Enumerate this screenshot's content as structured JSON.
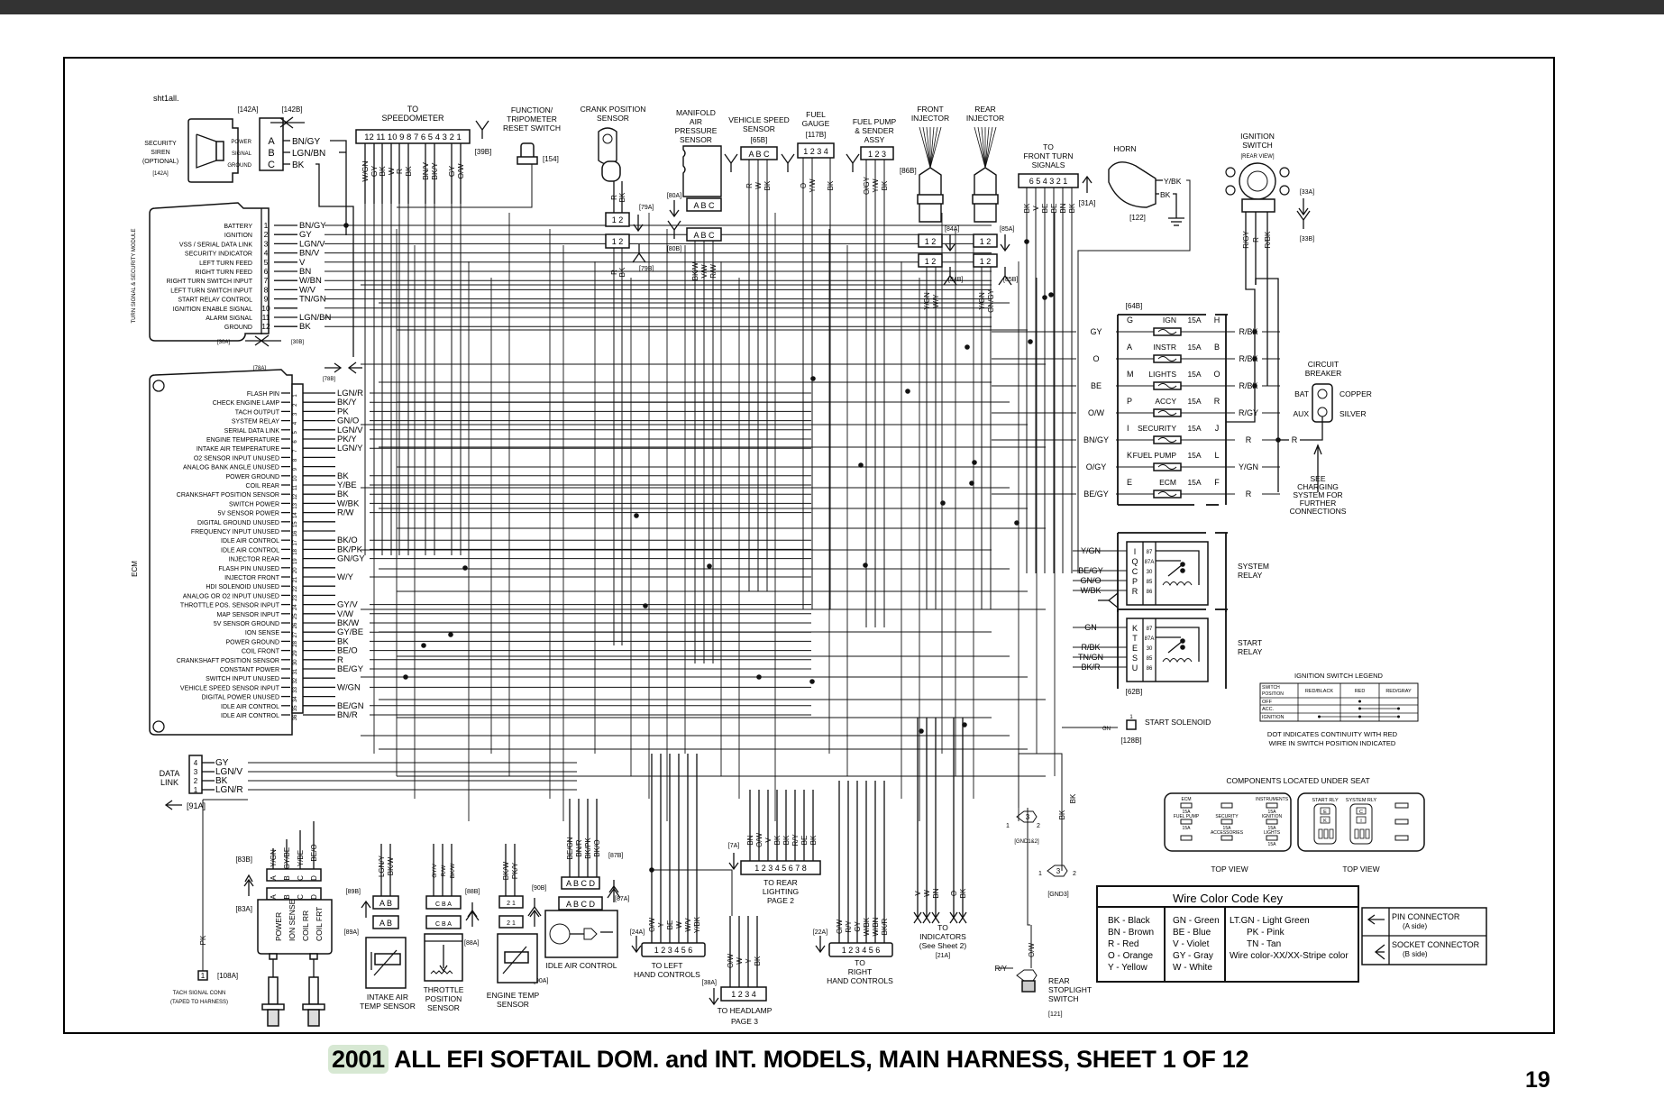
{
  "document": {
    "sheet_id": "sht1all.",
    "caption_year": "2001",
    "caption_rest": "ALL EFI SOFTAIL DOM. and INT. MODELS, MAIN HARNESS, SHEET 1 OF 12",
    "page_number": "19"
  },
  "security_siren": {
    "title": [
      "SECURITY",
      "SIREN",
      "(OPTIONAL)"
    ],
    "ref": "[142A]",
    "connector_a": "[142A]",
    "connector_b": "[142B]",
    "pins": [
      {
        "pin": "A",
        "func": "POWER",
        "wire": "BN/GY"
      },
      {
        "pin": "B",
        "func": "SIGNAL",
        "wire": "LGN/BN"
      },
      {
        "pin": "C",
        "func": "GROUND",
        "wire": "BK"
      }
    ]
  },
  "turn_signal_module": {
    "title": "TURN SIGNAL & SECURITY MODULE",
    "connector_a": "[30A]",
    "connector_b": "[30B]",
    "pins": [
      {
        "pin": "1",
        "func": "BATTERY",
        "wire": "BN/GY"
      },
      {
        "pin": "2",
        "func": "IGNITION",
        "wire": "GY"
      },
      {
        "pin": "3",
        "func": "VSS / SERIAL DATA LINK",
        "wire": "LGN/V"
      },
      {
        "pin": "4",
        "func": "SECURITY INDICATOR",
        "wire": "BN/V"
      },
      {
        "pin": "5",
        "func": "LEFT TURN FEED",
        "wire": "V"
      },
      {
        "pin": "6",
        "func": "RIGHT TURN FEED",
        "wire": "BN"
      },
      {
        "pin": "7",
        "func": "RIGHT TURN SWITCH INPUT",
        "wire": "W/BN"
      },
      {
        "pin": "8",
        "func": "LEFT TURN SWITCH INPUT",
        "wire": "W/V"
      },
      {
        "pin": "9",
        "func": "START RELAY CONTROL",
        "wire": "TN/GN"
      },
      {
        "pin": "10",
        "func": "IGNITION ENABLE SIGNAL",
        "wire": ""
      },
      {
        "pin": "11",
        "func": "ALARM SIGNAL",
        "wire": "LGN/BN"
      },
      {
        "pin": "12",
        "func": "GROUND",
        "wire": "BK"
      }
    ]
  },
  "ecm": {
    "title": "ECM",
    "connector_a": "[78A]",
    "connector_b": "[78B]",
    "pins": [
      {
        "pin": "1",
        "func": "FLASH PIN",
        "wire": "LGN/R"
      },
      {
        "pin": "2",
        "func": "CHECK ENGINE LAMP",
        "wire": "BK/Y"
      },
      {
        "pin": "3",
        "func": "TACH OUTPUT",
        "wire": "PK"
      },
      {
        "pin": "4",
        "func": "SYSTEM RELAY",
        "wire": "GN/O"
      },
      {
        "pin": "5",
        "func": "SERIAL DATA LINK",
        "wire": "LGN/V"
      },
      {
        "pin": "6",
        "func": "ENGINE TEMPERATURE",
        "wire": "PK/Y"
      },
      {
        "pin": "7",
        "func": "INTAKE AIR TEMPERATURE",
        "wire": "LGN/Y"
      },
      {
        "pin": "8",
        "func": "O2 SENSOR INPUT UNUSED",
        "wire": ""
      },
      {
        "pin": "9",
        "func": "ANALOG BANK ANGLE UNUSED",
        "wire": ""
      },
      {
        "pin": "10",
        "func": "POWER GROUND",
        "wire": "BK"
      },
      {
        "pin": "11",
        "func": "COIL REAR",
        "wire": "Y/BE"
      },
      {
        "pin": "12",
        "func": "CRANKSHAFT POSITION SENSOR",
        "wire": "BK"
      },
      {
        "pin": "13",
        "func": "SWITCH POWER",
        "wire": "W/BK"
      },
      {
        "pin": "14",
        "func": "5V SENSOR POWER",
        "wire": "R/W"
      },
      {
        "pin": "15",
        "func": "DIGITAL GROUND UNUSED",
        "wire": ""
      },
      {
        "pin": "16",
        "func": "FREQUENCY INPUT UNUSED",
        "wire": ""
      },
      {
        "pin": "17",
        "func": "IDLE AIR CONTROL",
        "wire": "BK/O"
      },
      {
        "pin": "18",
        "func": "IDLE AIR CONTROL",
        "wire": "BK/PK"
      },
      {
        "pin": "19",
        "func": "INJECTOR REAR",
        "wire": "GN/GY"
      },
      {
        "pin": "20",
        "func": "FLASH PIN UNUSED",
        "wire": ""
      },
      {
        "pin": "21",
        "func": "INJECTOR FRONT",
        "wire": "W/Y"
      },
      {
        "pin": "22",
        "func": "HDI SOLENOID UNUSED",
        "wire": ""
      },
      {
        "pin": "23",
        "func": "ANALOG OR O2 INPUT UNUSED",
        "wire": ""
      },
      {
        "pin": "24",
        "func": "THROTTLE POS. SENSOR INPUT",
        "wire": "GY/V"
      },
      {
        "pin": "25",
        "func": "MAP SENSOR INPUT",
        "wire": "V/W"
      },
      {
        "pin": "26",
        "func": "5V SENSOR GROUND",
        "wire": "BK/W"
      },
      {
        "pin": "27",
        "func": "ION SENSE",
        "wire": "GY/BE"
      },
      {
        "pin": "28",
        "func": "POWER GROUND",
        "wire": "BK"
      },
      {
        "pin": "29",
        "func": "COIL FRONT",
        "wire": "BE/O"
      },
      {
        "pin": "30",
        "func": "CRANKSHAFT POSITION SENSOR",
        "wire": "R"
      },
      {
        "pin": "31",
        "func": "CONSTANT POWER",
        "wire": "BE/GY"
      },
      {
        "pin": "32",
        "func": "SWITCH INPUT UNUSED",
        "wire": ""
      },
      {
        "pin": "33",
        "func": "VEHICLE SPEED SENSOR INPUT",
        "wire": "W/GN"
      },
      {
        "pin": "34",
        "func": "DIGITAL POWER UNUSED",
        "wire": ""
      },
      {
        "pin": "35",
        "func": "IDLE AIR CONTROL",
        "wire": "BE/GN"
      },
      {
        "pin": "36",
        "func": "IDLE AIR CONTROL",
        "wire": "BN/R"
      }
    ]
  },
  "data_link": {
    "title": [
      "DATA",
      "LINK"
    ],
    "connector": "[91A]",
    "pins": [
      {
        "pin": "4",
        "wire": "GY"
      },
      {
        "pin": "3",
        "wire": "LGN/V"
      },
      {
        "pin": "2",
        "wire": "BK"
      },
      {
        "pin": "1",
        "wire": "LGN/R"
      }
    ]
  },
  "speedometer": {
    "title": [
      "TO",
      "SPEEDOMETER"
    ],
    "connector": "[39B]",
    "pins_label": "12 11 10 9 8 7 6 5 4 3 2 1",
    "wires": [
      "W/GN",
      "GY",
      "BK",
      "W",
      "R",
      "BK",
      "BN/V",
      "BK/Y",
      "GY",
      "O/W"
    ]
  },
  "components_top": [
    {
      "id": "tripometer",
      "title": [
        "FUNCTION/",
        "TRIPOMETER",
        "RESET SWITCH"
      ],
      "ref": "[154]"
    },
    {
      "id": "crank-sensor",
      "title": [
        "CRANK POSITION",
        "SENSOR"
      ],
      "conn_a": "[79A]",
      "conn_b": "[79B]",
      "pins": "1 2",
      "wires": [
        "R",
        "BK"
      ]
    },
    {
      "id": "map-sensor",
      "title": [
        "MANIFOLD",
        "AIR",
        "PRESSURE",
        "SENSOR"
      ],
      "conn_a": "[80A]",
      "conn_b": "[80B]",
      "pins": "A B C",
      "wires": [
        "BK/W",
        "V/W",
        "R/W"
      ]
    },
    {
      "id": "vss",
      "title": [
        "VEHICLE SPEED",
        "SENSOR"
      ],
      "ref": "[65B]",
      "pins": "A B C",
      "wires": [
        "R",
        "W",
        "BK"
      ]
    },
    {
      "id": "fuel-gauge",
      "title": [
        "FUEL",
        "GAUGE"
      ],
      "ref": "[117B]",
      "pins": "1 2 3 4",
      "wires": [
        "O",
        "Y/W",
        "BK"
      ]
    },
    {
      "id": "fuel-pump",
      "title": [
        "FUEL PUMP",
        "& SENDER",
        "ASSY"
      ],
      "ref": "[86B]",
      "pins": "1 2 3",
      "wires": [
        "O/GY",
        "Y/W",
        "BK"
      ]
    },
    {
      "id": "front-injector",
      "title": [
        "FRONT",
        "INJECTOR"
      ],
      "conn_a": "[84A]",
      "conn_b": "[84B]",
      "pins": "1 2",
      "wires": [
        "Y/GN",
        "W/Y"
      ]
    },
    {
      "id": "rear-injector",
      "title": [
        "REAR",
        "INJECTOR"
      ],
      "conn_a": "[85A]",
      "conn_b": "[85B]",
      "pins": "1 2",
      "wires": [
        "Y/GN",
        "GN/GY"
      ]
    },
    {
      "id": "front-turn",
      "title": [
        "TO",
        "FRONT  TURN",
        "SIGNALS"
      ],
      "ref": "[31A]",
      "pins": "6 5 4 3 2 1",
      "wires": [
        "BK",
        "V",
        "BE",
        "BE",
        "BN",
        "BK"
      ]
    },
    {
      "id": "horn",
      "title": [
        "HORN"
      ],
      "ref": "[122]",
      "wires": [
        "Y/BK",
        "BK"
      ]
    },
    {
      "id": "ignition-switch",
      "title": [
        "IGNITION",
        "SWITCH"
      ],
      "subtitle": "[REAR VIEW]",
      "conn_a": "[33A]",
      "conn_b": "[33B]",
      "wires": [
        "R/GY",
        "R",
        "R/BK"
      ]
    }
  ],
  "fuse_block": {
    "ref": "[64B]",
    "fuses": [
      {
        "in": "G",
        "name": "IGN",
        "rating": "15A",
        "out": "H",
        "wire_in": "GY",
        "wire_out": "R/BK"
      },
      {
        "in": "A",
        "name": "INSTR",
        "rating": "15A",
        "out": "B",
        "wire_in": "O",
        "wire_out": "R/BK"
      },
      {
        "in": "M",
        "name": "LIGHTS",
        "rating": "15A",
        "out": "O",
        "wire_in": "BE",
        "wire_out": "R/BK"
      },
      {
        "in": "P",
        "name": "ACCY",
        "rating": "15A",
        "out": "R",
        "wire_in": "O/W",
        "wire_out": "R/GY"
      },
      {
        "in": "I",
        "name": "SECURITY",
        "rating": "15A",
        "out": "J",
        "wire_in": "BN/GY",
        "wire_out": "R"
      },
      {
        "in": "K",
        "name": "FUEL PUMP",
        "rating": "15A",
        "out": "L",
        "wire_in": "O/GY",
        "wire_out": "Y/GN"
      },
      {
        "in": "E",
        "name": "ECM",
        "rating": "15A",
        "out": "F",
        "wire_in": "BE/GY",
        "wire_out": "R"
      }
    ]
  },
  "circuit_breaker": {
    "title": [
      "CIRCUIT",
      "BREAKER"
    ],
    "terminals": [
      {
        "side": "BAT",
        "metal": "COPPER"
      },
      {
        "side": "AUX",
        "metal": "SILVER"
      }
    ],
    "wire": "R",
    "note": [
      "SEE",
      "CHARGING",
      "SYSTEM FOR",
      "FURTHER",
      "CONNECTIONS"
    ]
  },
  "system_relay": {
    "title": [
      "SYSTEM",
      "RELAY"
    ],
    "letters": [
      "I",
      "Q",
      "C",
      "P",
      "R"
    ],
    "terminals": [
      "87",
      "87A",
      "30",
      "85",
      "86"
    ],
    "wires": [
      "Y/GN",
      "",
      "BE/GY",
      "GN/O",
      "W/BK"
    ]
  },
  "start_relay": {
    "title": [
      "START",
      "RELAY"
    ],
    "ref": "[62B]",
    "letters": [
      "K",
      "T",
      "E",
      "S",
      "U"
    ],
    "terminals": [
      "87",
      "87A",
      "30",
      "85",
      "86"
    ],
    "wires": [
      "GN",
      "",
      "R/BK",
      "TN/GN",
      "BK/R"
    ]
  },
  "start_solenoid": {
    "label": "START SOLENOID",
    "ref": "[128B]",
    "wire": "GN",
    "pin": "1"
  },
  "ignition_legend": {
    "title": "IGNITION SWITCH LEGEND",
    "headers": [
      "SWITCH POSITION",
      "RED/BLACK",
      "RED",
      "RED/GRAY"
    ],
    "rows": [
      {
        "pos": "OFF",
        "cells": [
          false,
          true,
          false
        ]
      },
      {
        "pos": "ACC.",
        "cells": [
          false,
          true,
          true
        ]
      },
      {
        "pos": "IGNITION",
        "cells": [
          true,
          true,
          true
        ]
      }
    ],
    "note": [
      "DOT INDICATES CONTINUITY WITH RED",
      "WIRE IN SWITCH POSITION INDICATED"
    ]
  },
  "under_seat": {
    "title": "COMPONENTS LOCATED UNDER SEAT",
    "left_panel": {
      "labels": [
        "ECM",
        "15A",
        "FUEL PUMP",
        "15A",
        "SECURITY",
        "15A",
        "ACCESSORIES",
        "INSTRUMENTS",
        "15A",
        "IGNITION",
        "15A",
        "LIGHTS",
        "15A"
      ],
      "caption": "TOP VIEW"
    },
    "right_panel": {
      "start_rly": "START RLY",
      "system_rly": "SYSTEM RLY",
      "start_letters": [
        "E",
        "K"
      ],
      "system_letters": [
        "C",
        "I"
      ],
      "caption": "TOP VIEW"
    }
  },
  "ground_points": [
    {
      "ref": "[GND1&2]",
      "center": "3",
      "pins": [
        "1",
        "2"
      ]
    },
    {
      "ref": "[GND3]",
      "center": "3",
      "pins": [
        "1",
        "2"
      ]
    }
  ],
  "wire_color_key": {
    "title": "Wire Color Code Key",
    "col1": [
      "BK - Black",
      "BN - Brown",
      "R - Red",
      "O - Orange",
      "Y - Yellow"
    ],
    "col2": [
      "GN - Green",
      "BE - Blue",
      "V - Violet",
      "GY - Gray",
      "W - White"
    ],
    "col3": [
      "LT.GN - Light Green",
      "PK - Pink",
      "TN - Tan",
      "Wire color-XX/XX-Stripe color"
    ]
  },
  "connector_key": [
    {
      "symbol": "pin-arrow",
      "label": "PIN CONNECTOR",
      "sub": "(A side)"
    },
    {
      "symbol": "socket-fork",
      "label": "SOCKET CONNECTOR",
      "sub": "(B side)"
    }
  ],
  "bottom_components": {
    "tach": {
      "wire": "PK",
      "pin": "1",
      "ref": "[108A]",
      "label": [
        "TACH SIGNAL CONN",
        "(TAPED TO HARNESS)"
      ]
    },
    "ignition_coil": {
      "conn_a": "[83A]",
      "conn_b": "[83B]",
      "pins": [
        "A",
        "B",
        "C",
        "D"
      ],
      "funcs": [
        "POWER",
        "ION SENSE",
        "COIL RR",
        "COIL FRT"
      ],
      "wires": [
        "Y/GN",
        "GY/BE",
        "Y/BE",
        "BE/O"
      ]
    },
    "intake_air": {
      "title": [
        "INTAKE AIR",
        "TEMP SENSOR"
      ],
      "conn_a": "[89A]",
      "conn_b": "[89B]",
      "pins": "A B",
      "wires": [
        "LGN/Y",
        "BK/W"
      ]
    },
    "tps": {
      "title": [
        "THROTTLE",
        "POSITION",
        "SENSOR"
      ],
      "conn_a": "[88A]",
      "conn_b": "[88B]",
      "pins": "C B A",
      "wires": [
        "GY/V",
        "R/W",
        "BK/W"
      ]
    },
    "engine_temp": {
      "title": [
        "ENGINE TEMP",
        "SENSOR"
      ],
      "conn_a": "[90A]",
      "conn_b": "[90B]",
      "pins": "2 1",
      "wires": [
        "BK/W",
        "PK/Y"
      ]
    },
    "iac": {
      "title": "IDLE AIR CONTROL",
      "conn_a": "[87A]",
      "conn_b": "[87B]",
      "pins": "A B C D",
      "wires": [
        "BE/GN",
        "BN/R",
        "BK/PK",
        "BK/O"
      ]
    },
    "left_hand": {
      "title": [
        "TO LEFT",
        "HAND CONTROLS"
      ],
      "ref": "[24A]",
      "pins": "1 2 3 4 5 6",
      "wires": [
        "O/W",
        "Y",
        "BE",
        "W",
        "W/V",
        "Y/BK"
      ]
    },
    "headlamp": {
      "title": [
        "TO HEADLAMP",
        "PAGE 3"
      ],
      "ref": "[38A]",
      "pins": "1 2 3 4",
      "wires": [
        "O/W",
        "W",
        "Y",
        "BK"
      ]
    },
    "rear_lighting": {
      "title": [
        "TO REAR",
        "LIGHTING",
        "PAGE 2"
      ],
      "ref": "[7A]",
      "pins": "1 2 3 4 5 6 7 8",
      "wires": [
        "BN",
        "O/W",
        "V",
        "BK",
        "BK",
        "R/Y",
        "BE",
        "BK"
      ]
    },
    "right_hand": {
      "title": [
        "TO",
        "RIGHT",
        "HAND CONTROLS"
      ],
      "ref": "[22A]",
      "pins": "1 2 3 4 5 6",
      "wires": [
        "O/W",
        "R/Y",
        "GY",
        "W/BK",
        "W/BN",
        "BK/R"
      ]
    },
    "indicators": {
      "title": [
        "TO",
        "INDICATORS",
        "(See Sheet 2)"
      ],
      "ref": "[21A]",
      "wires": [
        "V",
        "W",
        "BN",
        "O",
        "BK"
      ]
    },
    "stoplight": {
      "title": [
        "REAR",
        "STOPLIGHT",
        "SWITCH"
      ],
      "ref": "[121]",
      "wires": [
        "R/Y",
        "O/W"
      ]
    }
  }
}
